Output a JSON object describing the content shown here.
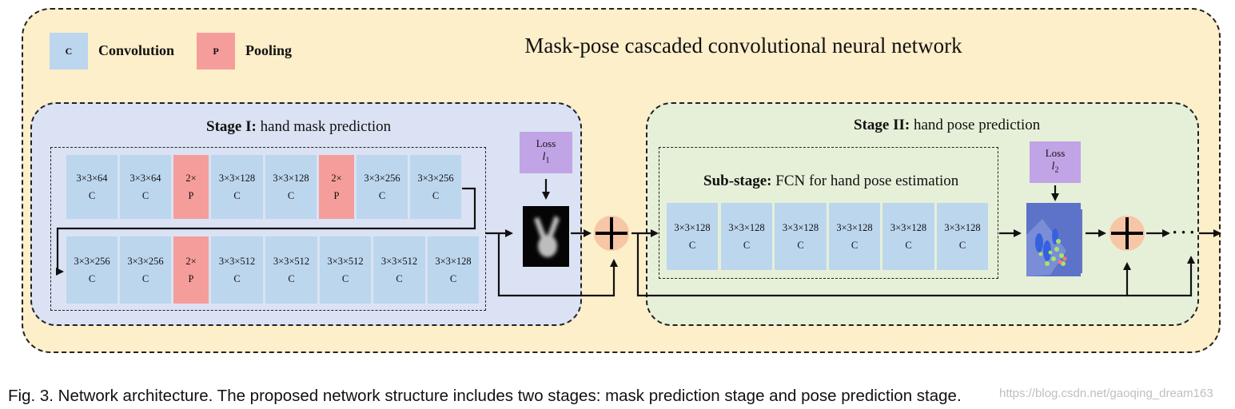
{
  "title": "Mask-pose cascaded convolutional neural network",
  "legend": {
    "conv_symbol": "C",
    "conv_label": "Convolution",
    "pool_symbol": "P",
    "pool_label": "Pooling"
  },
  "stage1": {
    "title_bold": "Stage I:",
    "title_rest": " hand mask prediction",
    "row1": [
      {
        "size": "3×3×64",
        "type": "C"
      },
      {
        "size": "3×3×64",
        "type": "C"
      },
      {
        "size": "2×",
        "type": "P"
      },
      {
        "size": "3×3×128",
        "type": "C"
      },
      {
        "size": "3×3×128",
        "type": "C"
      },
      {
        "size": "2×",
        "type": "P"
      },
      {
        "size": "3×3×256",
        "type": "C"
      },
      {
        "size": "3×3×256",
        "type": "C"
      }
    ],
    "row2": [
      {
        "size": "3×3×256",
        "type": "C"
      },
      {
        "size": "3×3×256",
        "type": "C"
      },
      {
        "size": "2×",
        "type": "P"
      },
      {
        "size": "3×3×512",
        "type": "C"
      },
      {
        "size": "3×3×512",
        "type": "C"
      },
      {
        "size": "3×3×512",
        "type": "C"
      },
      {
        "size": "3×3×512",
        "type": "C"
      },
      {
        "size": "3×3×128",
        "type": "C"
      }
    ],
    "loss_label": "Loss",
    "loss_symbol": "l",
    "loss_sub": "1"
  },
  "stage2": {
    "title_bold": "Stage II:",
    "title_rest": " hand pose prediction",
    "substage_bold": "Sub-stage:",
    "substage_rest": " FCN for hand pose estimation",
    "row": [
      {
        "size": "3×3×128",
        "type": "C"
      },
      {
        "size": "3×3×128",
        "type": "C"
      },
      {
        "size": "3×3×128",
        "type": "C"
      },
      {
        "size": "3×3×128",
        "type": "C"
      },
      {
        "size": "3×3×128",
        "type": "C"
      },
      {
        "size": "3×3×128",
        "type": "C"
      }
    ],
    "loss_label": "Loss",
    "loss_symbol": "l",
    "loss_sub": "2"
  },
  "ellipsis": "· · ·",
  "caption": "Fig. 3. Network architecture. The proposed network structure includes two stages: mask prediction stage and pose prediction stage.",
  "watermark": "https://blog.csdn.net/gaoqing_dream163",
  "colors": {
    "outer_bg": "#fdefc9",
    "stage1_bg": "#dbe2f3",
    "stage2_bg": "#e6f0d8",
    "conv": "#bcd6ee",
    "pool": "#f59d9b",
    "loss": "#c1a4e6",
    "sum_node": "#f6c6a6"
  }
}
